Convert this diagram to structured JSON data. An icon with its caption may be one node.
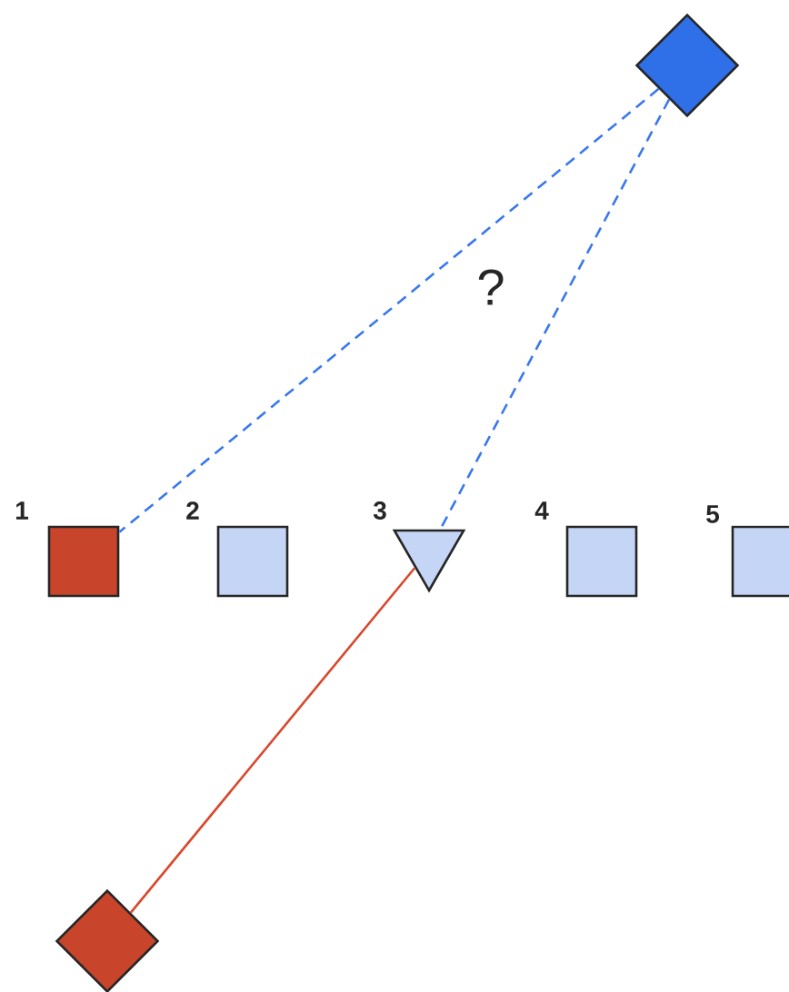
{
  "diagram": {
    "nodes": [
      {
        "text": [
          "1"
        ]
      },
      {
        "text": [
          "2"
        ]
      },
      {
        "text": [
          "3"
        ]
      },
      {
        "text": [
          "4"
        ]
      },
      {
        "text": [
          "5"
        ]
      },
      {
        "text": [],
        "shape": "diamond"
      },
      {
        "text": [],
        "shape": "diamond"
      }
    ],
    "edges": [
      {
        "from": 5,
        "to": 0,
        "arrow": "none",
        "style": "dashed",
        "color": "#3a78ee"
      },
      {
        "from": 5,
        "to": 2,
        "arrow": "none",
        "style": "dashed",
        "color": "#3a78ee"
      },
      {
        "from": 2,
        "to": 6,
        "arrow": "none",
        "color": "#d9472b"
      }
    ],
    "labels": [
      "?"
    ]
  }
}
